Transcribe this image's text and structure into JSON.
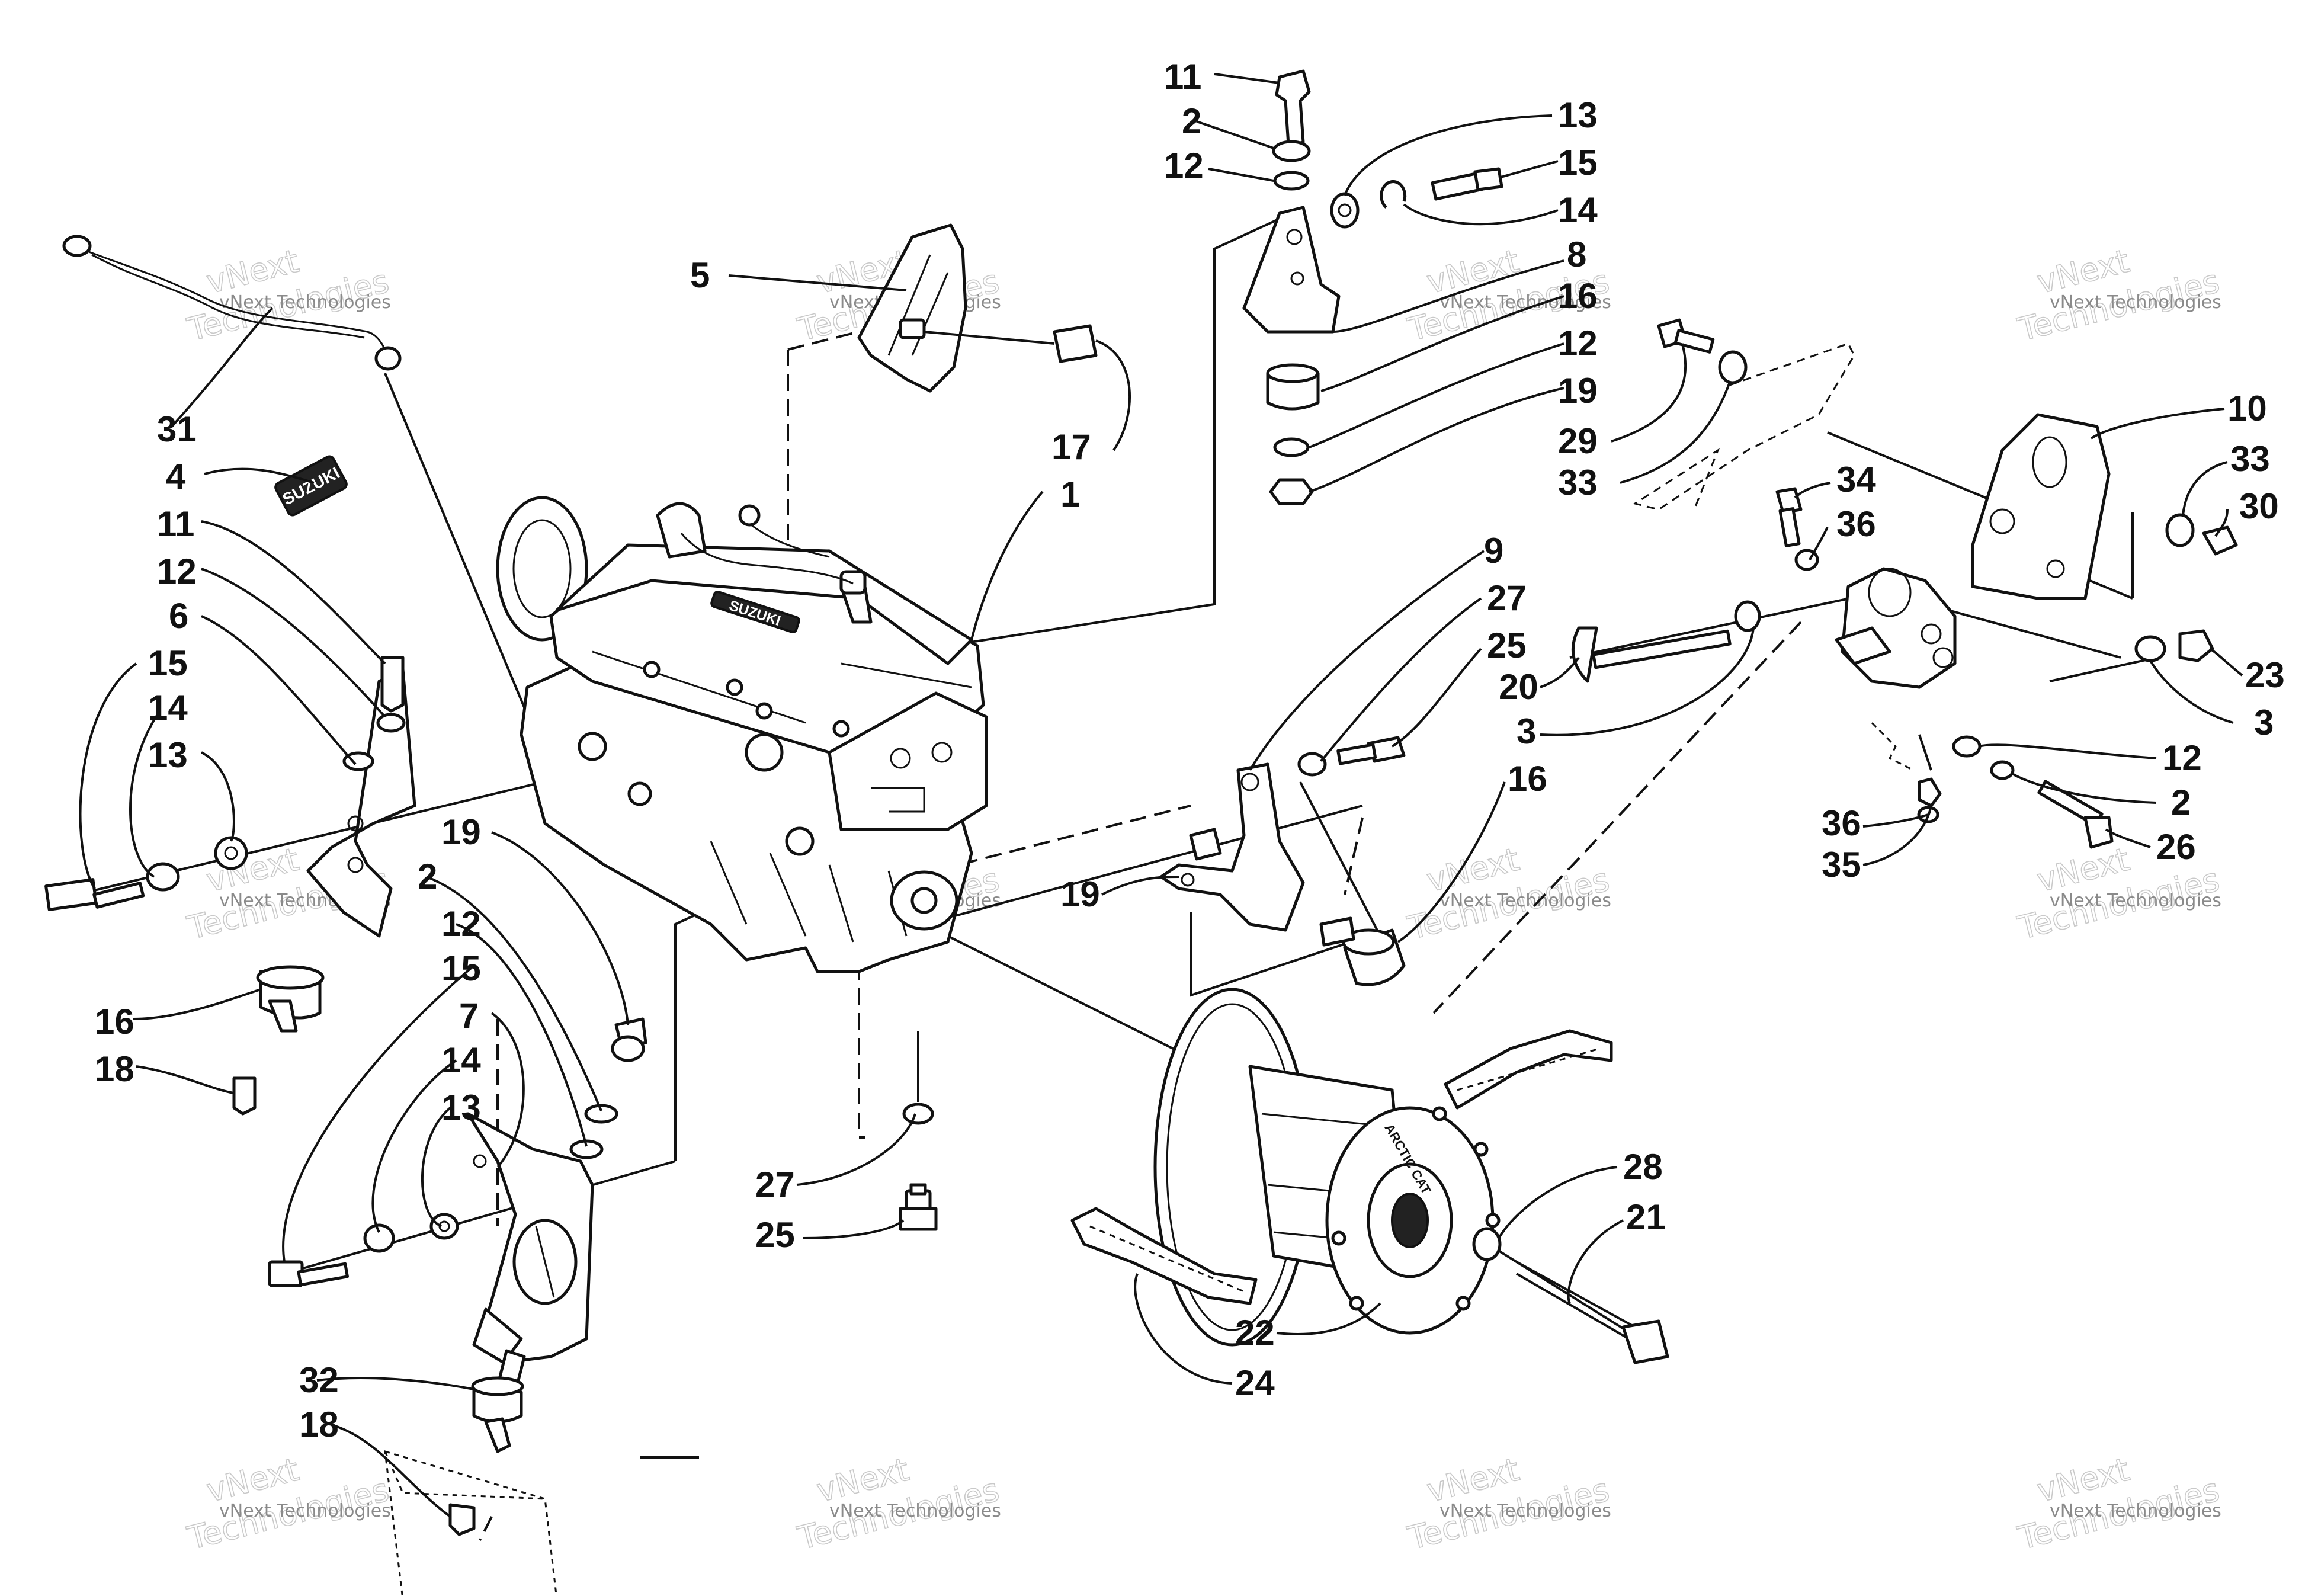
{
  "callouts": [
    {
      "id": "c11a",
      "text": "11"
    },
    {
      "id": "c2a",
      "text": "2"
    },
    {
      "id": "c12a",
      "text": "12"
    },
    {
      "id": "c13a",
      "text": "13"
    },
    {
      "id": "c15a",
      "text": "15"
    },
    {
      "id": "c14a",
      "text": "14"
    },
    {
      "id": "c8",
      "text": "8"
    },
    {
      "id": "c16a",
      "text": "16"
    },
    {
      "id": "c12b",
      "text": "12"
    },
    {
      "id": "c19a",
      "text": "19"
    },
    {
      "id": "c5",
      "text": "5"
    },
    {
      "id": "c17",
      "text": "17"
    },
    {
      "id": "c1",
      "text": "1"
    },
    {
      "id": "c31",
      "text": "31"
    },
    {
      "id": "c4",
      "text": "4"
    },
    {
      "id": "c11b",
      "text": "11"
    },
    {
      "id": "c12c",
      "text": "12"
    },
    {
      "id": "c6",
      "text": "6"
    },
    {
      "id": "c15b",
      "text": "15"
    },
    {
      "id": "c14b",
      "text": "14"
    },
    {
      "id": "c13b",
      "text": "13"
    },
    {
      "id": "c16b",
      "text": "16"
    },
    {
      "id": "c18a",
      "text": "18"
    },
    {
      "id": "c19b",
      "text": "19"
    },
    {
      "id": "c2b",
      "text": "2"
    },
    {
      "id": "c12d",
      "text": "12"
    },
    {
      "id": "c15c",
      "text": "15"
    },
    {
      "id": "c7",
      "text": "7"
    },
    {
      "id": "c14c",
      "text": "14"
    },
    {
      "id": "c13c",
      "text": "13"
    },
    {
      "id": "c32",
      "text": "32"
    },
    {
      "id": "c18b",
      "text": "18"
    },
    {
      "id": "c9",
      "text": "9"
    },
    {
      "id": "c27a",
      "text": "27"
    },
    {
      "id": "c25a",
      "text": "25"
    },
    {
      "id": "c16c",
      "text": "16"
    },
    {
      "id": "c19c",
      "text": "19"
    },
    {
      "id": "c27b",
      "text": "27"
    },
    {
      "id": "c25b",
      "text": "25"
    },
    {
      "id": "c22",
      "text": "22"
    },
    {
      "id": "c24",
      "text": "24"
    },
    {
      "id": "c28",
      "text": "28"
    },
    {
      "id": "c21",
      "text": "21"
    },
    {
      "id": "c29",
      "text": "29"
    },
    {
      "id": "c33a",
      "text": "33"
    },
    {
      "id": "c10",
      "text": "10"
    },
    {
      "id": "c33b",
      "text": "33"
    },
    {
      "id": "c30",
      "text": "30"
    },
    {
      "id": "c34",
      "text": "34"
    },
    {
      "id": "c36a",
      "text": "36"
    },
    {
      "id": "c20",
      "text": "20"
    },
    {
      "id": "c3a",
      "text": "3"
    },
    {
      "id": "c23",
      "text": "23"
    },
    {
      "id": "c3b",
      "text": "3"
    },
    {
      "id": "c12e",
      "text": "12"
    },
    {
      "id": "c2c",
      "text": "2"
    },
    {
      "id": "c26",
      "text": "26"
    },
    {
      "id": "c36b",
      "text": "36"
    },
    {
      "id": "c35",
      "text": "35"
    }
  ],
  "watermark": {
    "line1": "vNext Technologies",
    "line2": "vNext",
    "line3": "Technologies"
  },
  "part_marks": {
    "engine_brand": "SUZUKI",
    "decal_brand": "SUZUKI",
    "clutch_brand": "ARCTIC CAT"
  }
}
